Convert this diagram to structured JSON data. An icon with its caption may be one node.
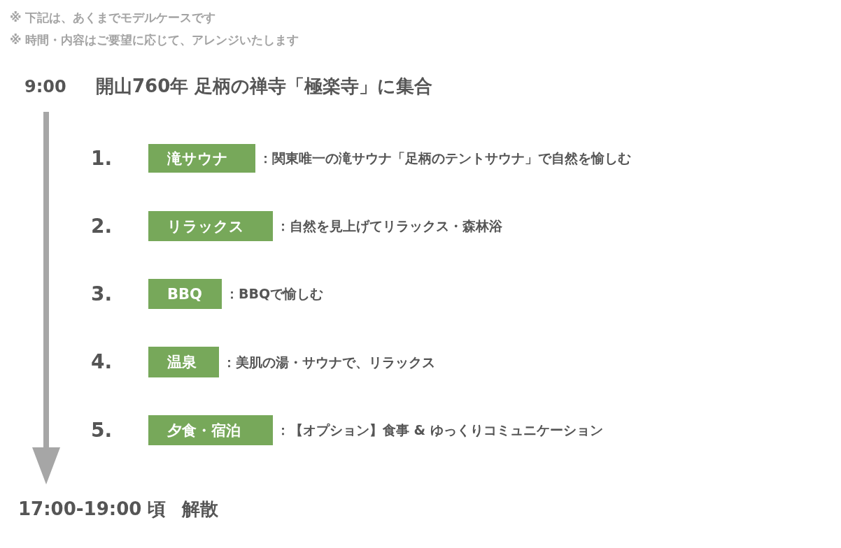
{
  "diagram": {
    "nodes": [
      {
        "text": [
          "滝サウナ"
        ],
        "beside": [
          "1.",
          "：関東唯一の滝サウナ「足柄のテントサウナ」で自然を愉しむ"
        ]
      },
      {
        "text": [
          "リラックス"
        ],
        "beside": [
          "2.",
          "：自然を見上げてリラックス・森林浴"
        ]
      },
      {
        "text": [
          "BBQ"
        ],
        "beside": [
          "3.",
          "：BBQで愉しむ"
        ]
      },
      {
        "text": [
          "温泉"
        ],
        "beside": [
          "4.",
          "：美肌の湯・サウナで、リラックス"
        ]
      },
      {
        "text": [
          "夕食・宿泊"
        ],
        "beside": [
          "5.",
          "：【オプション】食事 & ゆっくりコミュニケーション"
        ]
      }
    ],
    "labels": [
      "※ 下記は、あくまでモデルケースです",
      "※ 時間・内容はご要望に応じて、アレンジいたします",
      "9:00",
      "開山760年 足柄の禅寺「極楽寺」に集合",
      "17:00-19:00 頃",
      "解散"
    ]
  }
}
